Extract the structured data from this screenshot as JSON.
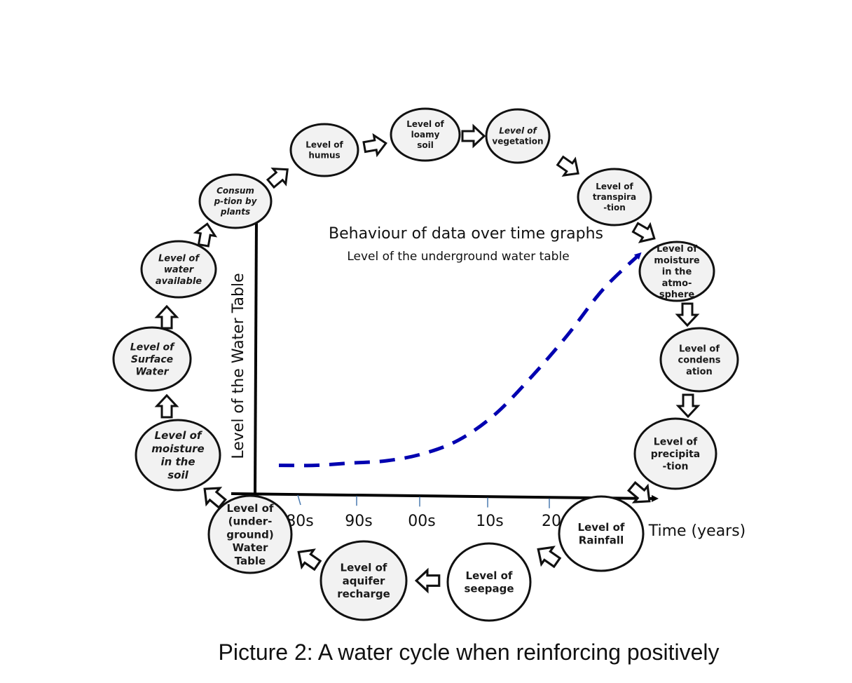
{
  "caption": "Picture 2:  A water cycle when reinforcing positively",
  "graph": {
    "title": "Behaviour of data over time graphs",
    "subtitle": "Level of the underground water table",
    "y_axis_label": "Level of the Water Table",
    "x_axis_label": "Time (years)",
    "x_ticks": [
      "80s",
      "90s",
      "00s",
      "10s",
      "20"
    ]
  },
  "colors": {
    "node_fill": "#f2f2f2",
    "node_stroke": "#111111",
    "trend_line": "#0000b0",
    "axis": "#000000",
    "tick": "#4a7ab0"
  },
  "chart_data": {
    "type": "line",
    "title": "Behaviour of data over time graphs",
    "subtitle": "Level of the underground water table",
    "xlabel": "Time (years)",
    "ylabel": "Level of the Water Table",
    "categories": [
      "80s",
      "90s",
      "00s",
      "10s",
      "20"
    ],
    "series": [
      {
        "name": "Level of the underground water table",
        "style": "dashed",
        "x": [
          0.0,
          0.5,
          1.0,
          1.5,
          2.0,
          2.5,
          3.0,
          3.5,
          4.0,
          4.5,
          5.0
        ],
        "values": [
          0.08,
          0.08,
          0.09,
          0.1,
          0.13,
          0.19,
          0.3,
          0.46,
          0.64,
          0.84,
          0.99
        ]
      }
    ],
    "ylim": [
      0,
      1
    ],
    "grid": false,
    "legend": "none"
  },
  "cycle": {
    "nodes": [
      {
        "id": "consumption",
        "lines": [
          "Consum",
          "p-tion by",
          "plants"
        ],
        "italic": true
      },
      {
        "id": "humus",
        "lines": [
          "Level of",
          "humus"
        ],
        "italic": false
      },
      {
        "id": "loamy-soil",
        "lines": [
          "Level of",
          "loamy",
          "soil"
        ],
        "italic": false
      },
      {
        "id": "vegetation",
        "lines": [
          "Level of",
          "vegetation"
        ],
        "italic": false,
        "italic_first": true
      },
      {
        "id": "transpiration",
        "lines": [
          "Level of",
          "transpira",
          "-tion"
        ],
        "italic": false
      },
      {
        "id": "atmosphere-moisture",
        "lines": [
          "Level of",
          "moisture",
          "in the",
          "atmo-",
          "sphere"
        ],
        "italic": false
      },
      {
        "id": "condensation",
        "lines": [
          "Level of",
          "condens",
          "ation"
        ],
        "italic": false
      },
      {
        "id": "precipitation",
        "lines": [
          "Level of",
          "precipita",
          "-tion"
        ],
        "italic": false
      },
      {
        "id": "rainfall",
        "lines": [
          "Level of",
          "Rainfall"
        ],
        "italic": false
      },
      {
        "id": "seepage",
        "lines": [
          "Level of",
          "seepage"
        ],
        "italic": false
      },
      {
        "id": "aquifer-recharge",
        "lines": [
          "Level of",
          "aquifer",
          "recharge"
        ],
        "italic": false
      },
      {
        "id": "water-table",
        "lines": [
          "Level of",
          "(under-",
          "ground)",
          "Water",
          "Table"
        ],
        "italic": false
      },
      {
        "id": "soil-moisture",
        "lines": [
          "Level of",
          "moisture",
          "in the",
          "soil"
        ],
        "italic": true
      },
      {
        "id": "surface-water",
        "lines": [
          "Level of",
          "Surface",
          "Water"
        ],
        "italic": true
      },
      {
        "id": "water-available",
        "lines": [
          "Level of",
          "water",
          "available"
        ],
        "italic": true
      }
    ]
  }
}
